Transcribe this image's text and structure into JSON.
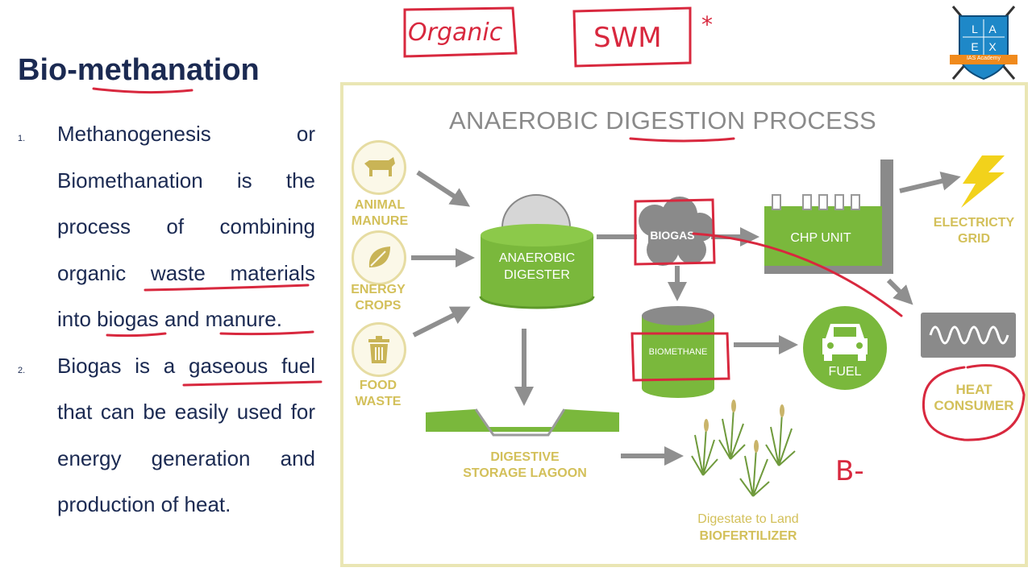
{
  "slide": {
    "title": "Bio-methanation",
    "bullets": [
      {
        "num": "1.",
        "text": "Methanogenesis or Biomethanation is the process of combining organic waste materials into biogas and manure."
      },
      {
        "num": "2.",
        "text": "Biogas is a gaseous fuel that can be easily used for energy generation and production of heat."
      }
    ]
  },
  "diagram": {
    "title": "ANAEROBIC DIGESTION PROCESS",
    "inputs": {
      "animal_line1": "ANIMAL",
      "animal_line2": "MANURE",
      "energy_line1": "ENERGY",
      "energy_line2": "CROPS",
      "food_line1": "FOOD",
      "food_line2": "WASTE"
    },
    "digester_line1": "ANAEROBIC",
    "digester_line2": "DIGESTER",
    "biogas": "BIOGAS",
    "chp": "CHP UNIT",
    "electricity_line1": "ELECTRICTY",
    "electricity_line2": "GRID",
    "biomethane": "BIOMETHANE",
    "fuel": "FUEL",
    "heat_line1": "HEAT",
    "heat_line2": "CONSUMER",
    "lagoon_line1": "DIGESTIVE",
    "lagoon_line2": "STORAGE LAGOON",
    "digestate_line1": "Digestate to Land",
    "digestate_line2": "BIOFERTILIZER"
  },
  "annotations": {
    "note1": "Organic",
    "note2": "SWM",
    "star": "*",
    "note3": "B-"
  },
  "logo": {
    "letters": [
      "L",
      "A",
      "E",
      "X"
    ],
    "ribbon": "IAS Academy"
  },
  "colors": {
    "navy": "#1b2a52",
    "gold_label": "#d3c05a",
    "green": "#7ab83c",
    "gray_arrow": "#8f8f8f",
    "annotation_red": "#d8283e"
  }
}
